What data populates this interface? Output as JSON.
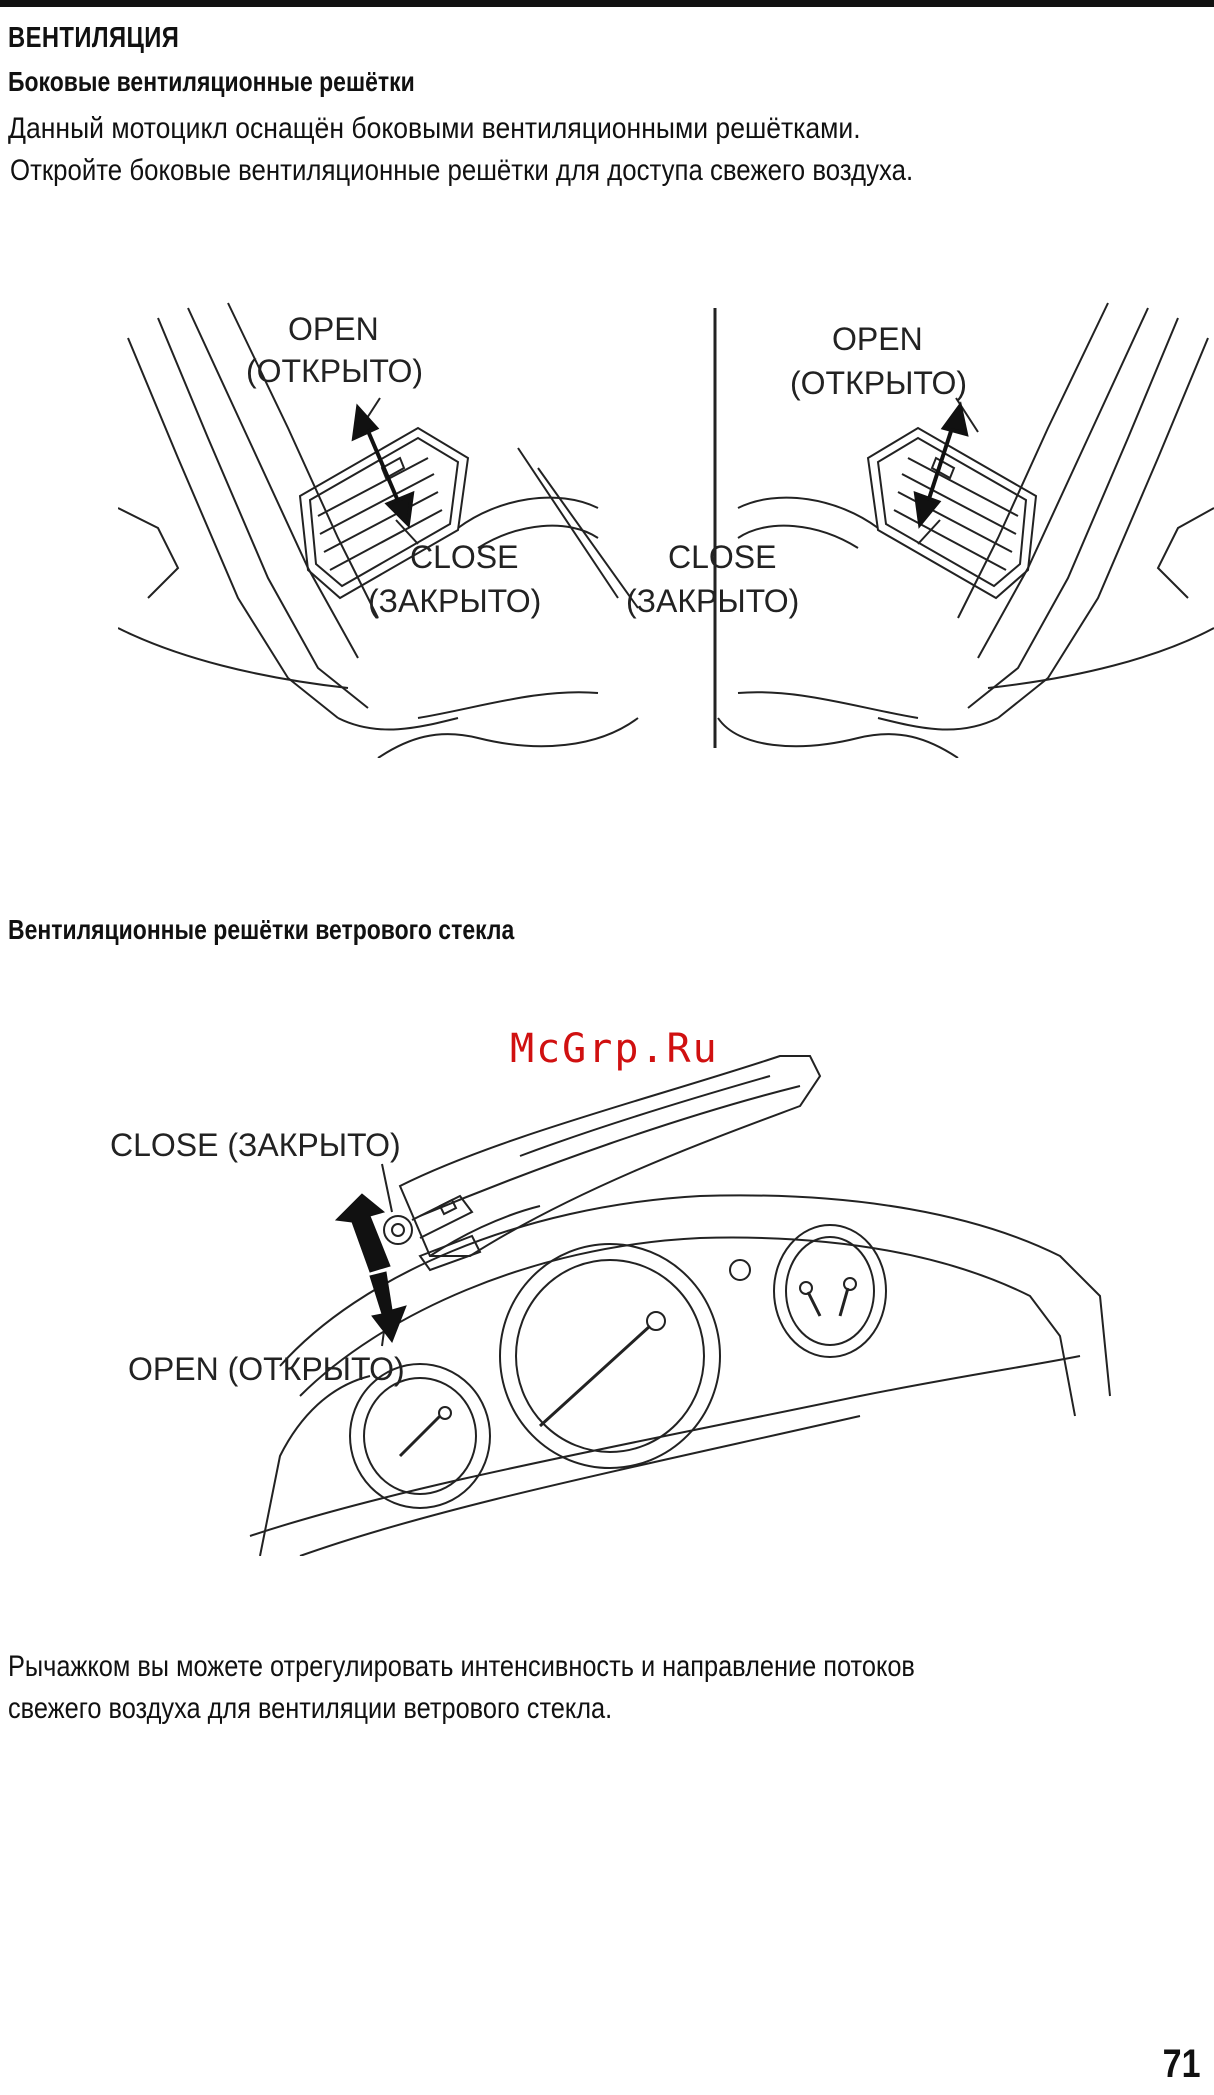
{
  "header": {
    "title": "ВЕНТИЛЯЦИЯ"
  },
  "side_vents": {
    "heading": "Боковые вентиляционные решётки",
    "line1": "Данный мотоцикл оснащён боковыми вентиляционными решётками.",
    "line2": "Откройте боковые вентиляционные решётки для доступа свежего воздуха.",
    "left": {
      "open_en": "OPEN",
      "open_ru": "(ОТКРЫТО)",
      "close_en": "CLOSE",
      "close_ru": "(ЗАКРЫТО)"
    },
    "right": {
      "open_en": "OPEN",
      "open_ru": "(ОТКРЫТО)",
      "close_en": "CLOSE",
      "close_ru": "(ЗАКРЫТО)"
    }
  },
  "windshield_vents": {
    "heading": "Вентиляционные решётки ветрового стекла",
    "close_label": "CLOSE (ЗАКРЫТО)",
    "open_label": "OPEN (ОТКРЫТО)",
    "watermark": "McGrp.Ru",
    "line1": "Рычажком вы можете отрегулировать интенсивность и направление потоков",
    "line2": "свежего воздуха для вентиляции ветрового стекла."
  },
  "footer": {
    "page_number": "71"
  }
}
